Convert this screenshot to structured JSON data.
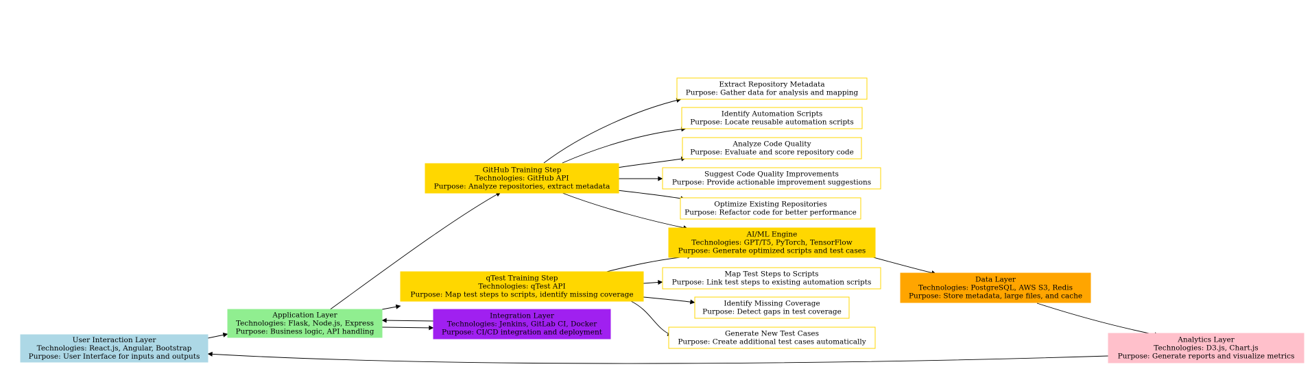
{
  "diagram": {
    "nodes": {
      "ui_layer": {
        "lines": [
          "User Interaction Layer",
          "Technologies: React.js, Angular, Bootstrap",
          "Purpose: User Interface for inputs and outputs"
        ],
        "fill": "#add8e6",
        "stroke": "#add8e6"
      },
      "app_layer": {
        "lines": [
          "Application Layer",
          "Technologies: Flask, Node.js, Express",
          "Purpose: Business logic, API handling"
        ],
        "fill": "#90ee90",
        "stroke": "#90ee90"
      },
      "integration_layer": {
        "lines": [
          "Integration Layer",
          "Technologies: Jenkins, GitLab CI, Docker",
          "Purpose: CI/CD integration and deployment"
        ],
        "fill": "#a020f0",
        "stroke": "#a020f0"
      },
      "github_step": {
        "lines": [
          "GitHub Training Step",
          "Technologies: GitHub API",
          "Purpose: Analyze repositories, extract metadata"
        ],
        "fill": "#ffd700",
        "stroke": "#ffd700"
      },
      "qtest_step": {
        "lines": [
          "qTest Training Step",
          "Technologies: qTest API",
          "Purpose: Map test steps to scripts, identify missing coverage"
        ],
        "fill": "#ffd700",
        "stroke": "#ffd700"
      },
      "extract_metadata": {
        "lines": [
          "Extract Repository Metadata",
          "Purpose: Gather data for analysis and mapping"
        ],
        "fill": "#ffffff",
        "stroke": "#ffd700"
      },
      "identify_scripts": {
        "lines": [
          "Identify Automation Scripts",
          "Purpose: Locate reusable automation scripts"
        ],
        "fill": "#ffffff",
        "stroke": "#ffd700"
      },
      "analyze_quality": {
        "lines": [
          "Analyze Code Quality",
          "Purpose: Evaluate and score repository code"
        ],
        "fill": "#ffffff",
        "stroke": "#ffd700"
      },
      "suggest_improvements": {
        "lines": [
          "Suggest Code Quality Improvements",
          "Purpose: Provide actionable improvement suggestions"
        ],
        "fill": "#ffffff",
        "stroke": "#ffd700"
      },
      "optimize_repos": {
        "lines": [
          "Optimize Existing Repositories",
          "Purpose: Refactor code for better performance"
        ],
        "fill": "#ffffff",
        "stroke": "#ffd700"
      },
      "ai_engine": {
        "lines": [
          "AI/ML Engine",
          "Technologies: GPT/T5, PyTorch, TensorFlow",
          "Purpose: Generate optimized scripts and test cases"
        ],
        "fill": "#ffd700",
        "stroke": "#ffd700"
      },
      "map_steps": {
        "lines": [
          "Map Test Steps to Scripts",
          "Purpose: Link test steps to existing automation scripts"
        ],
        "fill": "#ffffff",
        "stroke": "#ffd700"
      },
      "identify_coverage": {
        "lines": [
          "Identify Missing Coverage",
          "Purpose: Detect gaps in test coverage"
        ],
        "fill": "#ffffff",
        "stroke": "#ffd700"
      },
      "generate_tests": {
        "lines": [
          "Generate New Test Cases",
          "Purpose: Create additional test cases automatically"
        ],
        "fill": "#ffffff",
        "stroke": "#ffd700"
      },
      "data_layer": {
        "lines": [
          "Data Layer",
          "Technologies: PostgreSQL, AWS S3, Redis",
          "Purpose: Store metadata, large files, and cache"
        ],
        "fill": "#ffa500",
        "stroke": "#ffa500"
      },
      "analytics_layer": {
        "lines": [
          "Analytics Layer",
          "Technologies: D3.js, Chart.js",
          "Purpose: Generate reports and visualize metrics"
        ],
        "fill": "#ffc0cb",
        "stroke": "#ffc0cb"
      }
    }
  }
}
